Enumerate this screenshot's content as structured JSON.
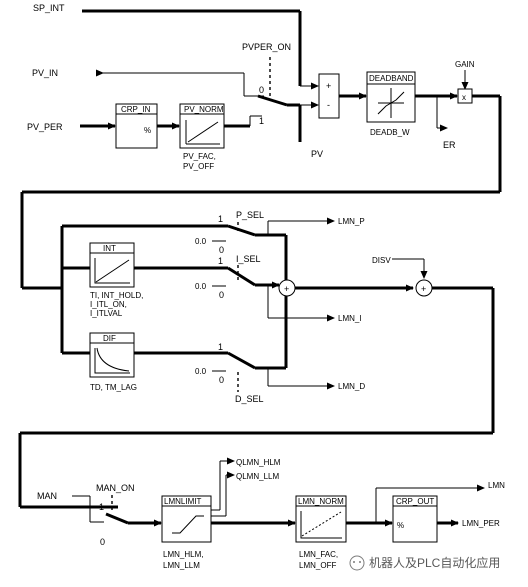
{
  "labels": {
    "sp_int": "SP_INT",
    "pv_in": "PV_IN",
    "pv_per": "PV_PER",
    "pvper_on": "PVPER_ON",
    "sw0": "0",
    "sw1": "1",
    "crp_in": "CRP_IN",
    "pct": "%",
    "pv_norm": "PV_NORM",
    "pv_fac": "PV_FAC,",
    "pv_off": "PV_OFF",
    "pv": "PV",
    "plus": "+",
    "minus": "-",
    "deadband": "DEADBAND",
    "deadb_w": "DEADB_W",
    "gain": "GAIN",
    "x": "x",
    "er": "ER",
    "p_sel": "P_SEL",
    "lmn_p": "LMN_P",
    "int": "INT",
    "int_params_1": "TI, INT_HOLD,",
    "int_params_2": "I_ITL_ON,",
    "int_params_3": "I_ITLVAL",
    "i_sel": "I_SEL",
    "lmn_i": "LMN_I",
    "disv": "DISV",
    "dif": "DIF",
    "dif_params": "TD, TM_LAG",
    "lmn_d": "LMN_D",
    "d_sel": "D_SEL",
    "zero_point": "0.0",
    "man": "MAN",
    "man_on": "MAN_ON",
    "lmnlimit": "LMNLIMIT",
    "qlmn_hlm": "QLMN_HLM",
    "qlmn_llm": "QLMN_LLM",
    "lmn_hlm": "LMN_HLM,",
    "lmn_llm": "LMN_LLM",
    "lmn_norm": "LMN_NORM",
    "lmn_fac": "LMN_FAC,",
    "lmn_off": "LMN_OFF",
    "lmn": "LMN",
    "crp_out": "CRP_OUT",
    "lmn_per": "LMN_PER",
    "watermark": "机器人及PLC自动化应用"
  }
}
